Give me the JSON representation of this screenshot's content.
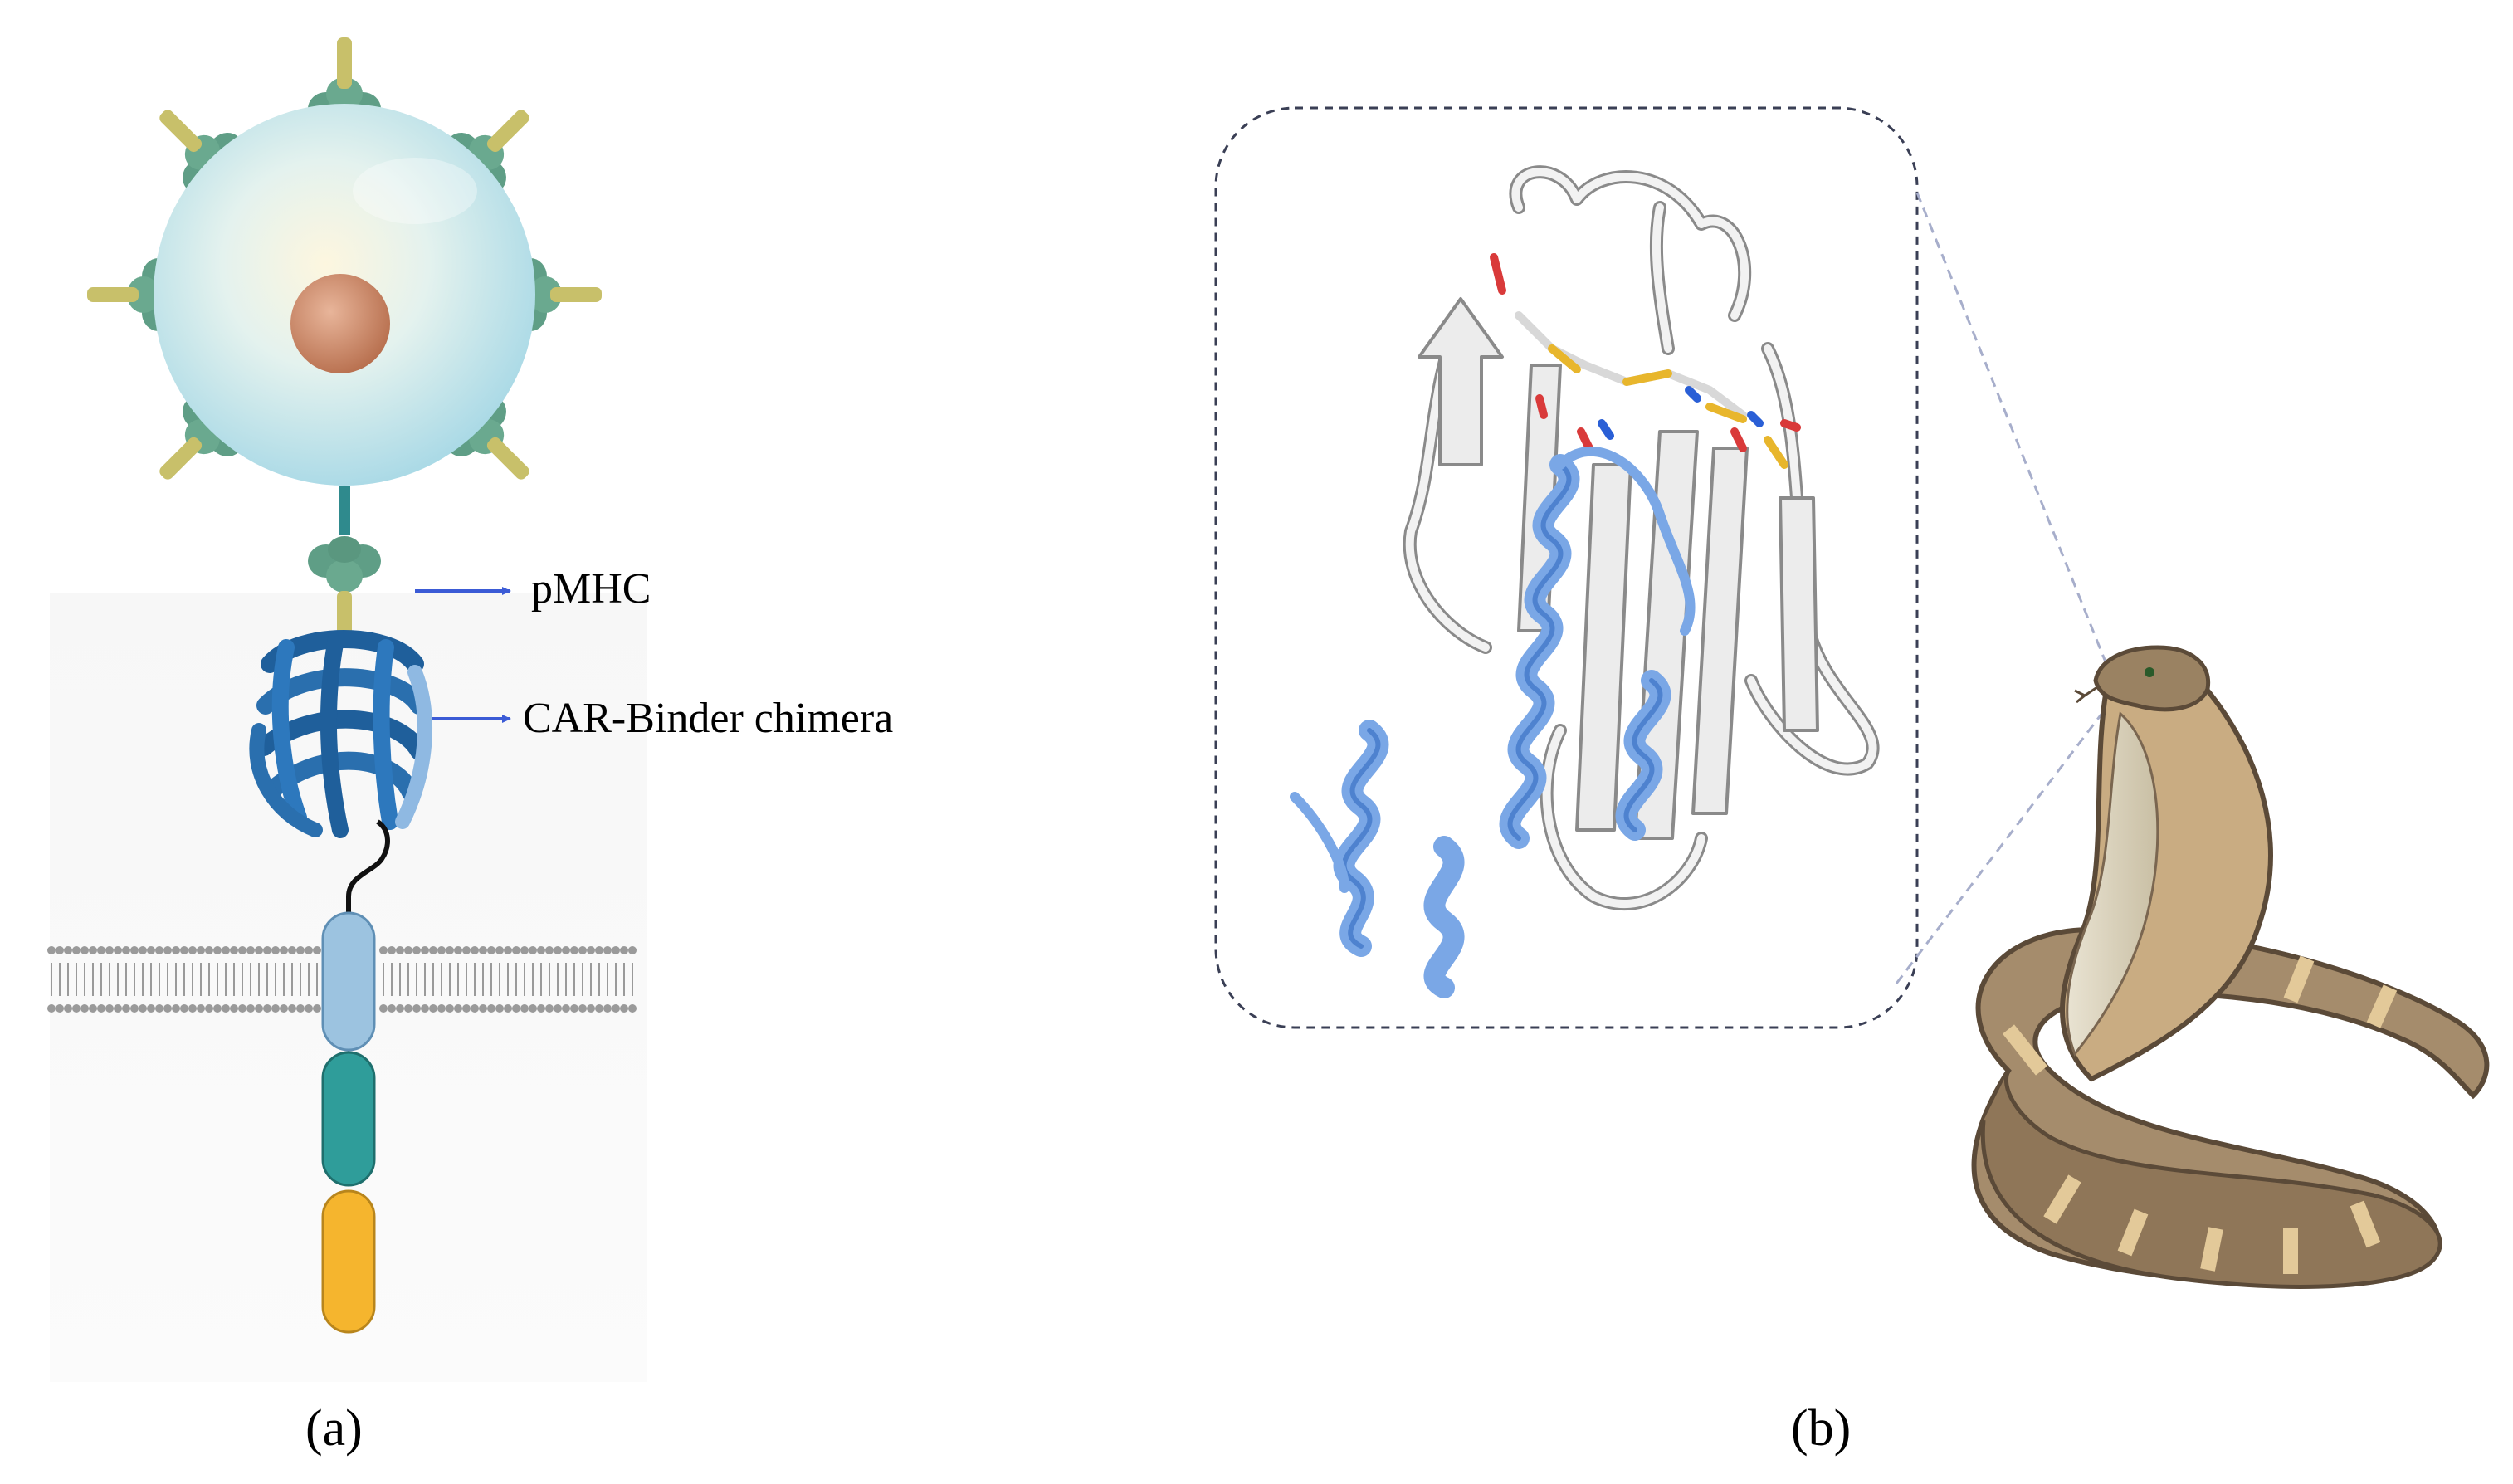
{
  "panel_a": {
    "label": "(a)",
    "pmhc_label": "pMHC",
    "car_binder_label": "CAR-Binder chimera"
  },
  "panel_b": {
    "label": "(b)"
  },
  "colors": {
    "cell_body": "#cfeaf0",
    "nucleus": "#c58667",
    "pmhc_green": "#5f9e86",
    "receptor_teal": "#2f8a8d",
    "peptide_yellow": "#c8c06a",
    "binder_blue": "#2a6fae",
    "membrane_grey": "#9a9a9a",
    "tm_light_blue": "#9cc3e0",
    "intracellular_teal": "#2f9d9a",
    "signal_orange": "#f5b52e",
    "arrow_blue": "#3b5bd6",
    "helix_blue": "#7aa7e6",
    "sheet_grey": "#ececec",
    "disulfide_yellow": "#e8b62c",
    "snake_tan": "#b39a78",
    "snake_dark": "#7a6650"
  },
  "icons": [
    "t-cell",
    "pmhc-complex",
    "car-binder-chimera",
    "cell-membrane",
    "protein-structure",
    "cobra"
  ]
}
